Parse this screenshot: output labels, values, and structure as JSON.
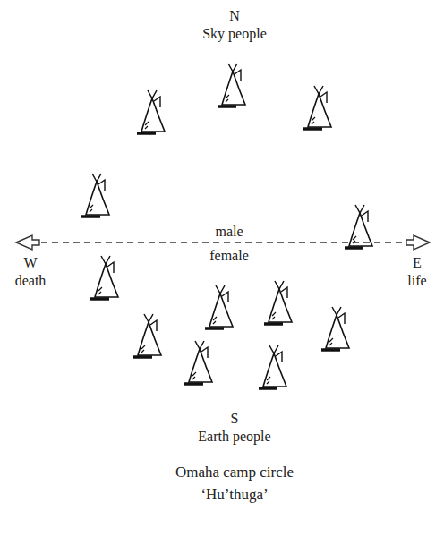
{
  "diagram": {
    "caption": "Omaha camp circle ‘Hu’thuga’",
    "labels": [
      "N",
      "Sky people",
      "male",
      "female",
      "W",
      "death",
      "E",
      "life",
      "S",
      "Earth people"
    ]
  }
}
